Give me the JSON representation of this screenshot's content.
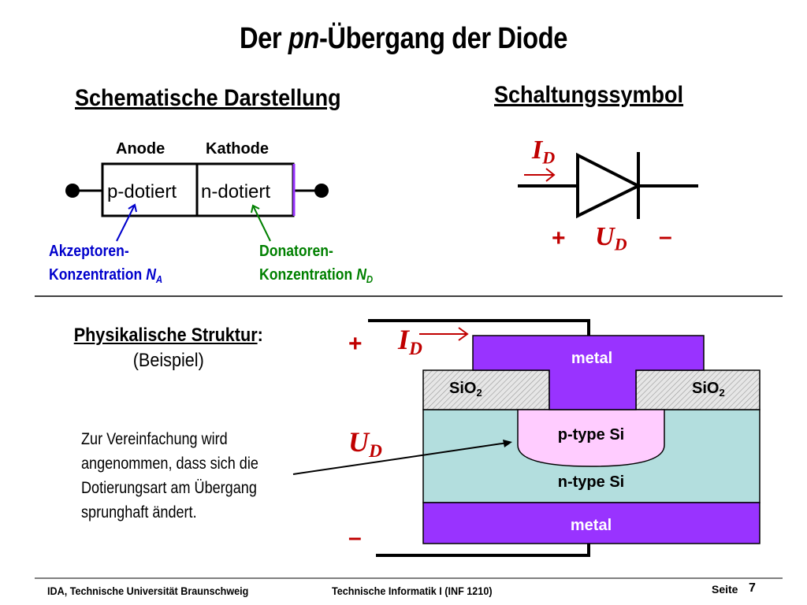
{
  "title": {
    "prefix": "Der ",
    "italic": "pn",
    "suffix": "-Übergang der Diode"
  },
  "schematic": {
    "heading": "Schematische Darstellung",
    "anode_label": "Anode",
    "kathode_label": "Kathode",
    "p_region": "p-dotiert",
    "n_region": "n-dotiert",
    "acceptor_line1": "Akzeptoren-",
    "acceptor_line2": "Konzentration ",
    "acceptor_symbol": "N",
    "acceptor_sub": "A",
    "donor_line1": "Donatoren-",
    "donor_line2": "Konzentration ",
    "donor_symbol": "N",
    "donor_sub": "D"
  },
  "symbol": {
    "heading": "Schaltungssymbol",
    "current": "I",
    "current_sub": "D",
    "plus": "+",
    "voltage": "U",
    "voltage_sub": "D",
    "minus": "–"
  },
  "structure": {
    "heading": "Physikalische Struktur",
    "heading_colon": ":",
    "subheading": "(Beispiel)",
    "plus": "+",
    "minus": "–",
    "current": "I",
    "current_sub": "D",
    "voltage": "U",
    "voltage_sub": "D",
    "metal_top": "metal",
    "oxide_left": "SiO",
    "oxide_left_sub": "2",
    "oxide_right": "SiO",
    "oxide_right_sub": "2",
    "p_type": "p-type Si",
    "n_type": "n-type Si",
    "metal_bottom": "metal",
    "note_lines": [
      "Zur Vereinfachung wird",
      "angenommen, dass sich die",
      "Dotierungsart am Übergang",
      "sprunghaft ändert."
    ]
  },
  "footer": {
    "left": "IDA, Technische Universität Braunschweig",
    "center": "Technische Informatik I (INF 1210)",
    "page_label": "Seite",
    "page_number": "7"
  },
  "colors": {
    "accent_red": "#c00000",
    "acceptor_blue": "#0000cc",
    "donor_green": "#008000",
    "metal_purple": "#9933ff",
    "p_type_pink": "#ffccff",
    "n_type_cyan": "#b3dede"
  }
}
